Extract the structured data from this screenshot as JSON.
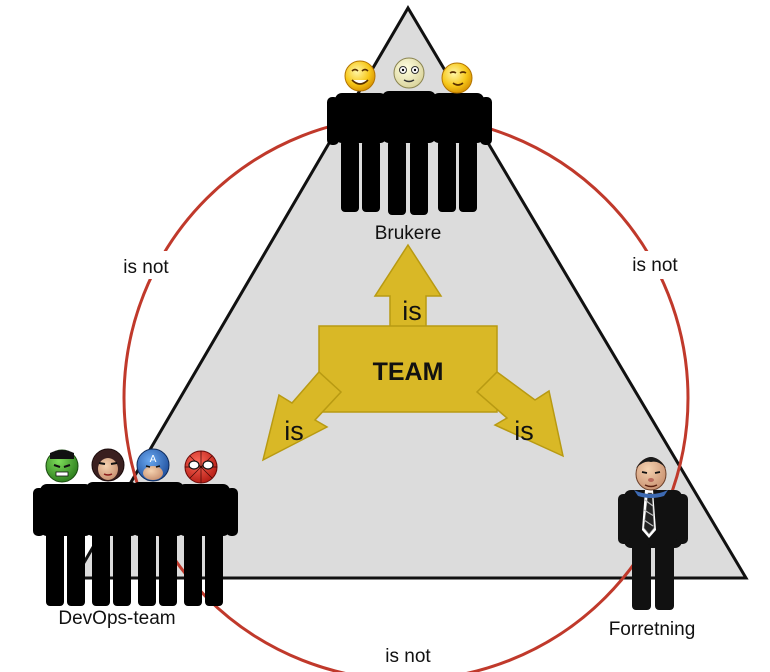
{
  "center": {
    "label": "TEAM",
    "arrow_label": "is"
  },
  "edges": {
    "left": "is not",
    "right": "is not",
    "bottom": "is not"
  },
  "nodes": {
    "top": "Brukere",
    "left": "DevOps-team",
    "right": "Forretning"
  },
  "colors": {
    "triangle_fill": "#dcdcdc",
    "circle_stroke": "#c0392b",
    "arrow_fill": "#d9b826",
    "figure": "#000000"
  }
}
